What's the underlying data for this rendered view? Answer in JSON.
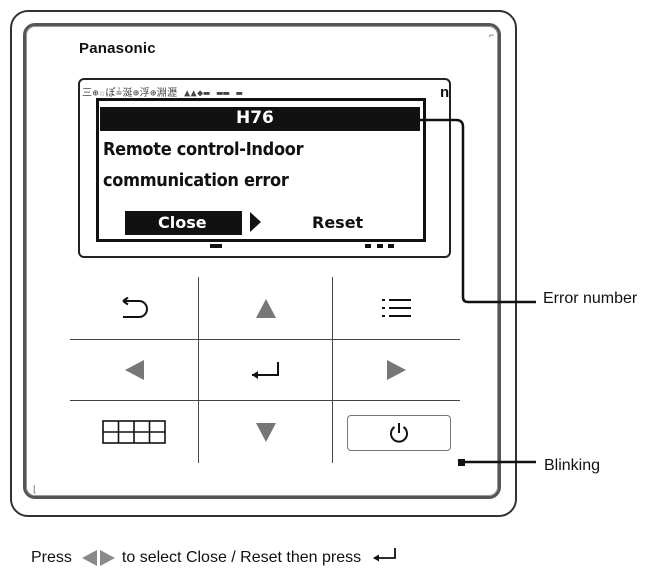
{
  "device": {
    "brand": "Panasonic",
    "lcd_background_text": "三⊕☆ぽ≟涎⊕浮⊕淵瀝 ▲▲◆▬ ▬▬ ▬",
    "lcd_background_end": "n"
  },
  "dialog": {
    "error_code": "H76",
    "message_line1": "Remote control-Indoor",
    "message_line2": "communication error",
    "close_label": "Close",
    "reset_label": "Reset"
  },
  "keypad": {
    "icons": [
      "return-icon",
      "up-arrow-icon",
      "menu-icon",
      "left-arrow-icon",
      "enter-icon",
      "right-arrow-icon",
      "timer-grid-icon",
      "down-arrow-icon",
      "power-icon"
    ]
  },
  "callouts": {
    "error_number": "Error number",
    "blinking": "Blinking"
  },
  "footer": {
    "press": "Press",
    "instruction": "to select Close / Reset then press"
  },
  "colors": {
    "ink": "#111111",
    "key_gray": "#777777",
    "case_border": "#555555"
  }
}
